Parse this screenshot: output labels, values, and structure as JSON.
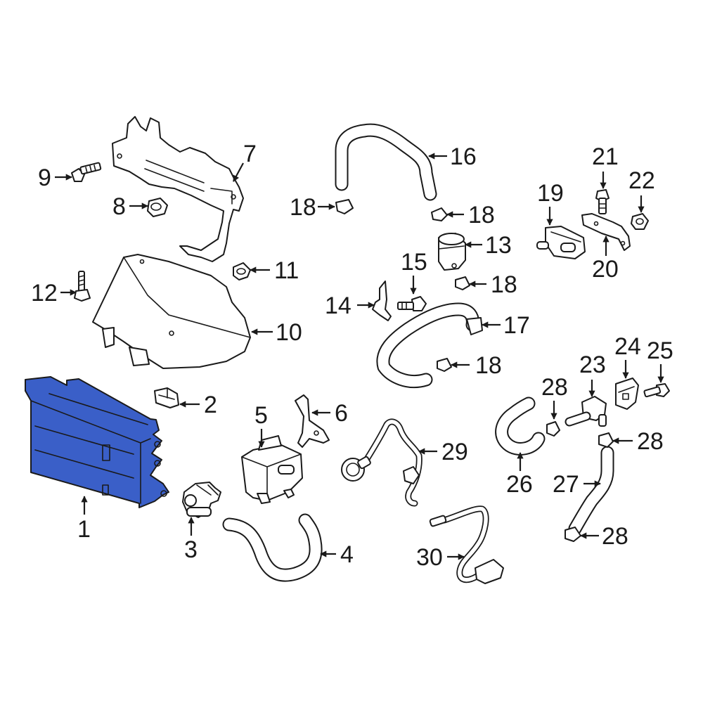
{
  "colors": {
    "highlight": "#3a5fc8",
    "line": "#1a1a1a",
    "background": "#ffffff"
  },
  "callouts": {
    "c1": "1",
    "c2": "2",
    "c3": "3",
    "c4": "4",
    "c5": "5",
    "c6": "6",
    "c7": "7",
    "c8": "8",
    "c9": "9",
    "c10": "10",
    "c11": "11",
    "c12": "12",
    "c13": "13",
    "c14": "14",
    "c15": "15",
    "c16": "16",
    "c18a": "18",
    "c18b": "18",
    "c18c": "18",
    "c18d": "18",
    "c17": "17",
    "c19": "19",
    "c20": "20",
    "c21": "21",
    "c22": "22",
    "c23": "23",
    "c24": "24",
    "c25": "25",
    "c26": "26",
    "c27": "27",
    "c28a": "28",
    "c28b": "28",
    "c28c": "28",
    "c29": "29",
    "c30": "30"
  }
}
